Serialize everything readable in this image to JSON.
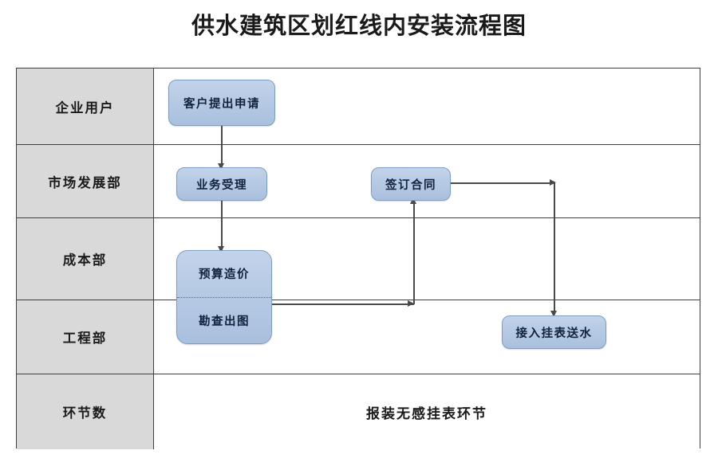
{
  "title": "供水建筑区划红线内安装流程图",
  "colors": {
    "lane_label_bg": "#d9d9d9",
    "grid_border": "#3f3f3f",
    "node_fill": "#b6cae4",
    "node_border": "#7e9dc4",
    "connector": "#4a4a4a",
    "page_bg": "#ffffff"
  },
  "lanes": [
    {
      "label": "企业用户"
    },
    {
      "label": "市场发展部"
    },
    {
      "label": "成本部"
    },
    {
      "label": "工程部"
    },
    {
      "label": "环节数"
    }
  ],
  "summary_row": {
    "text": "报装无感挂表环节"
  },
  "nodes": {
    "apply": "客户提出申请",
    "accept": "业务受理",
    "budget": "预算造价",
    "survey": "勘查出图",
    "contract": "签订合同",
    "connect": "接入挂表送水"
  },
  "chart_data": {
    "type": "diagram",
    "diagram_kind": "swimlane-flowchart",
    "title": "供水建筑区划红线内安装流程图",
    "lanes": [
      "企业用户",
      "市场发展部",
      "成本部",
      "工程部",
      "环节数"
    ],
    "nodes": [
      {
        "id": "apply",
        "label": "客户提出申请",
        "lane": "企业用户",
        "shape": "rounded-rect"
      },
      {
        "id": "accept",
        "label": "业务受理",
        "lane": "市场发展部",
        "shape": "rounded-rect"
      },
      {
        "id": "budget",
        "label": "预算造价",
        "lane": "成本部",
        "shape": "rounded-rect-merged-top"
      },
      {
        "id": "survey",
        "label": "勘查出图",
        "lane": "工程部",
        "shape": "rounded-rect-merged-bottom"
      },
      {
        "id": "contract",
        "label": "签订合同",
        "lane": "市场发展部",
        "shape": "rounded-rect"
      },
      {
        "id": "connect",
        "label": "接入挂表送水",
        "lane": "工程部",
        "shape": "rounded-rect"
      }
    ],
    "edges": [
      {
        "from": "apply",
        "to": "accept",
        "style": "straight-down",
        "arrow": "down"
      },
      {
        "from": "accept",
        "to": "budget",
        "style": "straight-down",
        "arrow": "down"
      },
      {
        "from": "survey",
        "to": "contract",
        "style": "right-then-up",
        "arrow": "up"
      },
      {
        "from": "contract",
        "to": "connect",
        "style": "right-then-down",
        "arrow": "down"
      }
    ],
    "annotations": [
      {
        "lane": "环节数",
        "text": "报装无感挂表环节"
      }
    ]
  }
}
